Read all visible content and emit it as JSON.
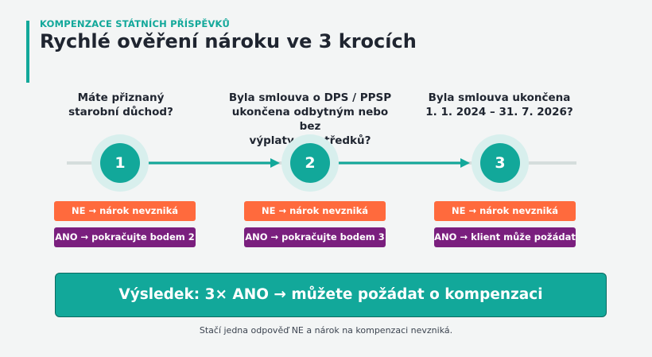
{
  "header": {
    "eyebrow": "KOMPENZACE STÁTNÍCH PŘÍSPĚVKŮ",
    "title": "Rychlé ověření nároku ve 3 krocích"
  },
  "steps": [
    {
      "number": "1",
      "question_lines": [
        "Máte přiznaný",
        "starobní důchod?"
      ],
      "ne_label": "NE → nárok nevzniká",
      "ano_label": "ANO → pokračujte bodem 2"
    },
    {
      "number": "2",
      "question_lines": [
        "Byla smlouva o DPS / PPSP",
        "ukončena odbytným nebo bez",
        "výplaty prostředků?"
      ],
      "ne_label": "NE → nárok nevzniká",
      "ano_label": "ANO → pokračujte bodem 3"
    },
    {
      "number": "3",
      "question_lines": [
        "Byla smlouva ukončena",
        "1. 1. 2024 – 31. 7. 2026?"
      ],
      "ne_label": "NE → nárok nevzniká",
      "ano_label": "ANO → klient může požádat"
    }
  ],
  "result": "Výsledek: 3× ANO → můžete požádat o kompenzaci",
  "footnote": "Stačí jedna odpověď NE a nárok na kompenzaci nevzniká.",
  "colors": {
    "teal": "#12a89a",
    "teal_halo": "#d8efed",
    "connector": "#d5dddc",
    "ne_orange": "#ff6a3d",
    "ano_purple": "#7a1f7e"
  }
}
